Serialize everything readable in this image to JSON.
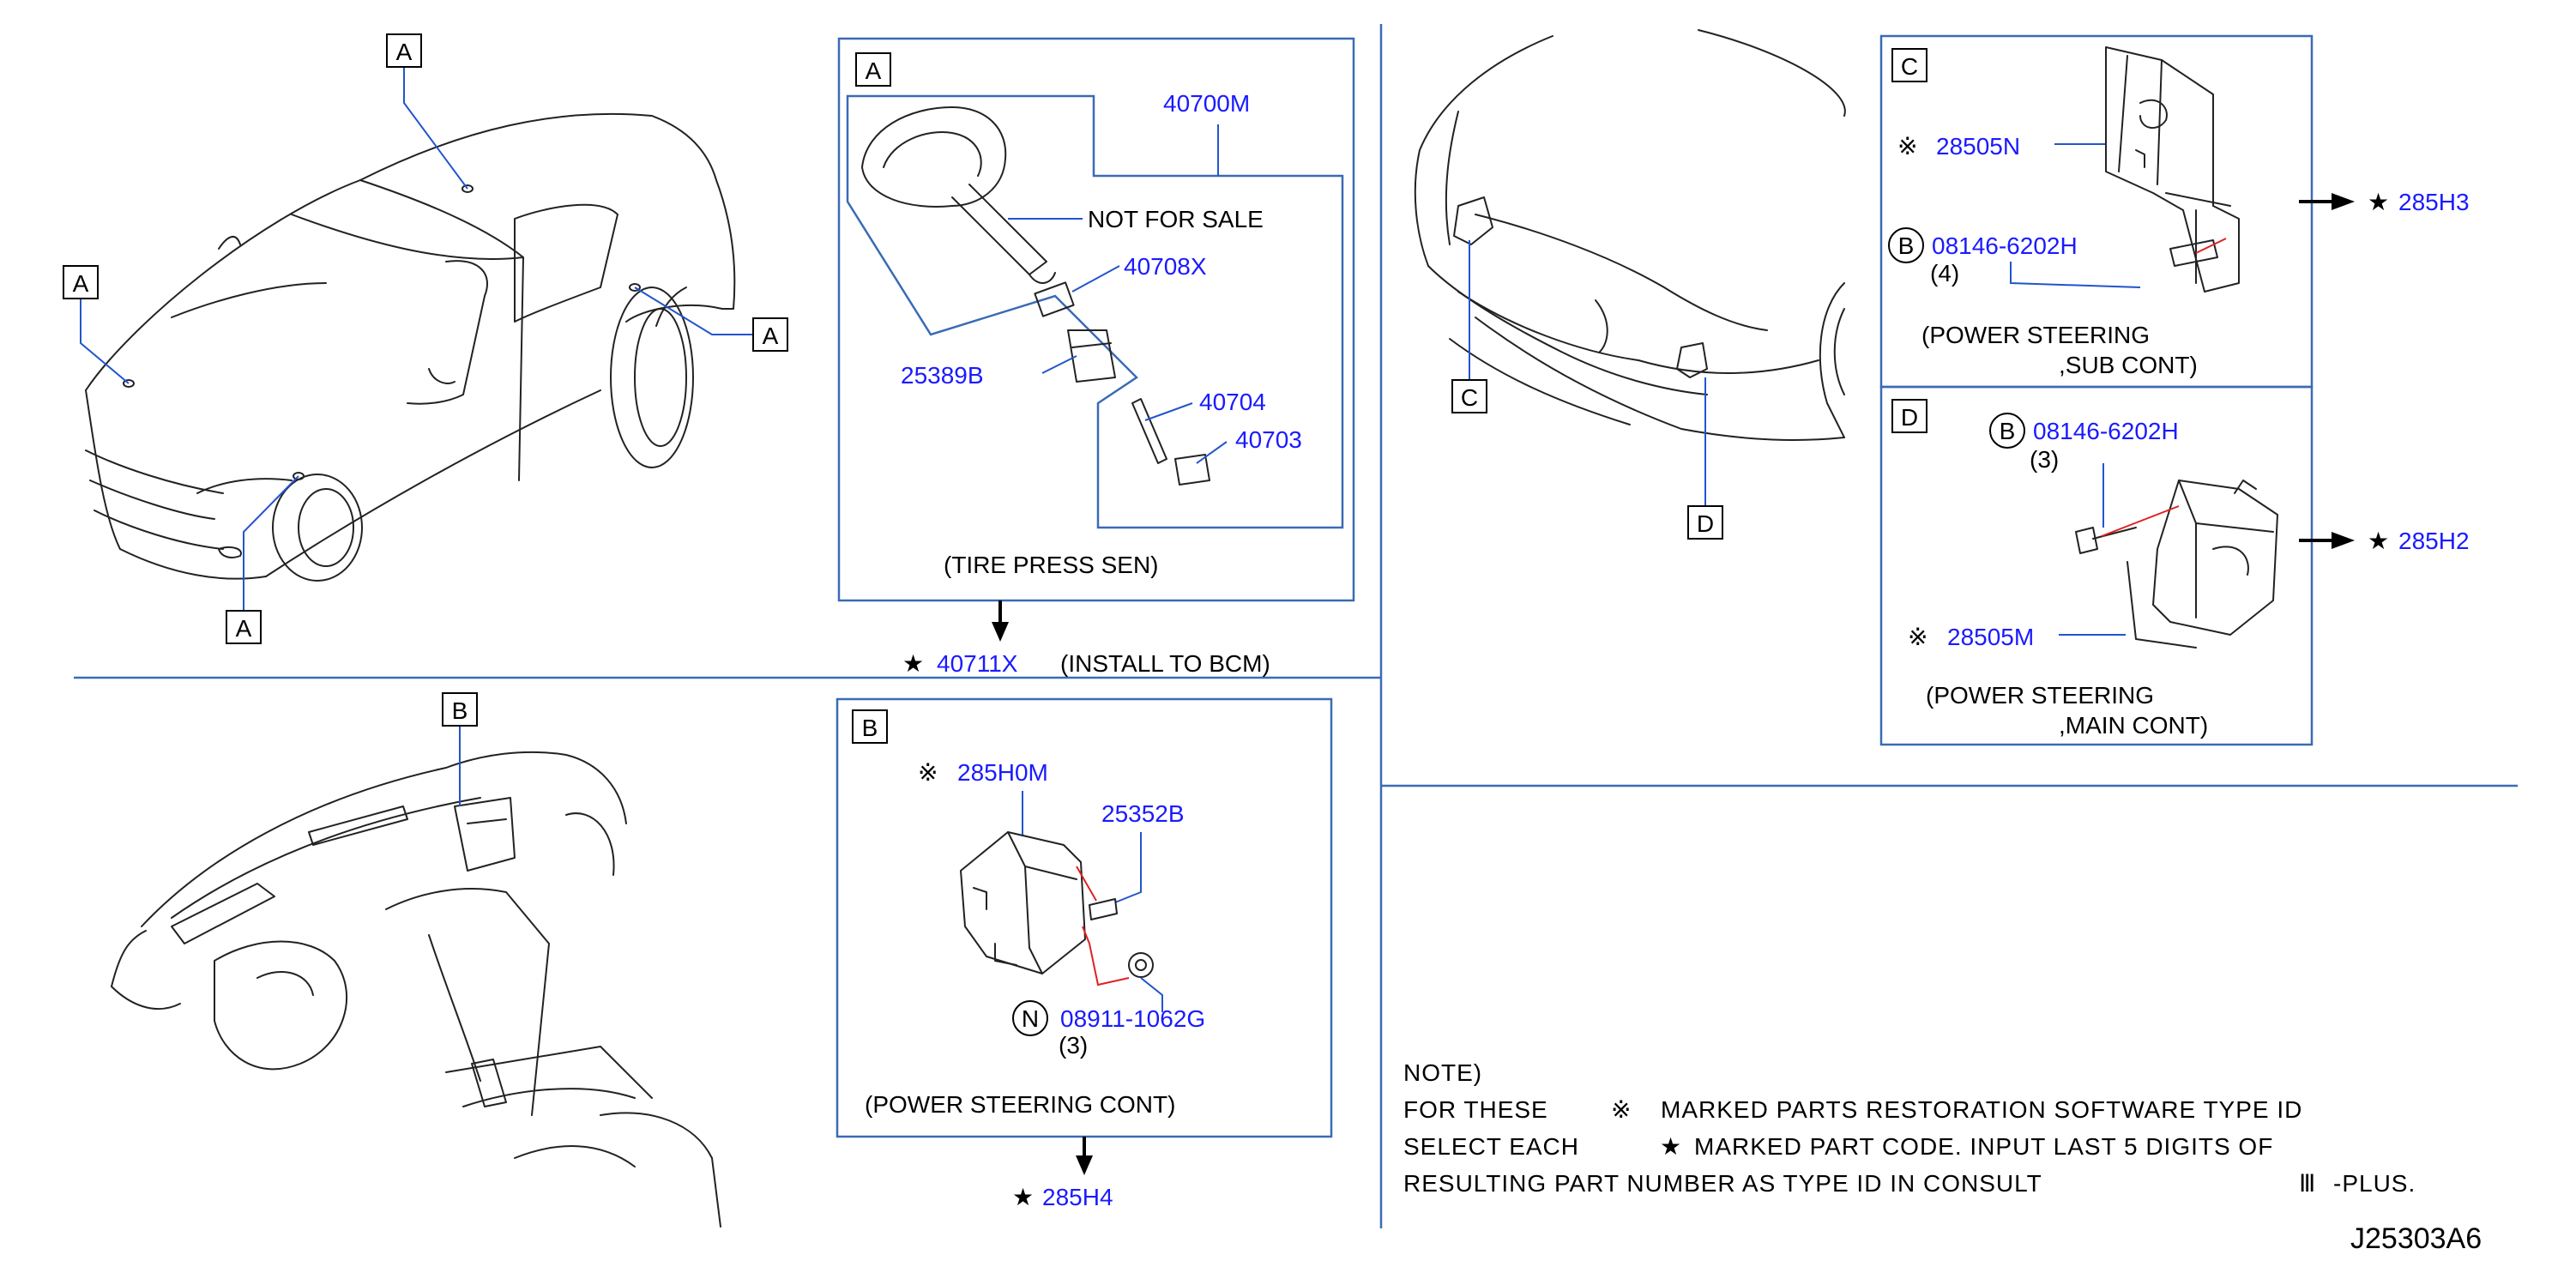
{
  "diagram_code": "J25303A6",
  "callout_letters": {
    "a": "A",
    "b": "B",
    "c": "C",
    "d": "D"
  },
  "section_a": {
    "parts": {
      "valve_assy": "40700M",
      "not_for_sale": "NOT  FOR  SALE",
      "sensor_cap": "40708X",
      "sensor_body": "25389B",
      "valve_core": "40704",
      "valve_cap": "40703"
    },
    "caption": "(TIRE   PRESS   SEN)",
    "output_part": "40711X",
    "output_note": "(INSTALL   TO   BCM)"
  },
  "section_b": {
    "parts": {
      "controller": "285H0M",
      "bracket": "25352B",
      "nut": "08911-1062G",
      "nut_qty": "(3)",
      "nut_symbol": "N"
    },
    "caption": "(POWER   STEERING   CONT)",
    "output_part": "285H4"
  },
  "section_c": {
    "parts": {
      "controller": "28505N",
      "bolt": "08146-6202H",
      "bolt_qty": "(4)",
      "bolt_symbol": "B"
    },
    "caption_line1": "(POWER    STEERING",
    "caption_line2": ",SUB   CONT)",
    "output_part": "285H3"
  },
  "section_d": {
    "parts": {
      "bolt": "08146-6202H",
      "bolt_qty": "(3)",
      "bolt_symbol": "B",
      "controller": "28505M"
    },
    "caption_line1": "(POWER    STEERING",
    "caption_line2": ",MAIN   CONT)",
    "output_part": "285H2"
  },
  "note": {
    "heading": "NOTE)",
    "line1_a": "FOR  THESE",
    "line1_b": "MARKED  PARTS  RESTORATION  SOFTWARE  TYPE  ID",
    "line2_a": "SELECT  EACH",
    "line2_b": "MARKED  PART  CODE.   INPUT  LAST  5  DIGITS  OF",
    "line3_a": "RESULTING  PART  NUMBER  AS  TYPE  ID  IN  CONSULT",
    "line3_b": "-PLUS."
  },
  "symbols": {
    "star": "★",
    "restoration_mark": "※",
    "consult_mark": "Ⅲ"
  },
  "colors": {
    "part_number": "#1a1aff",
    "frame": "#3a6bb5",
    "leader_red": "#e02020"
  }
}
